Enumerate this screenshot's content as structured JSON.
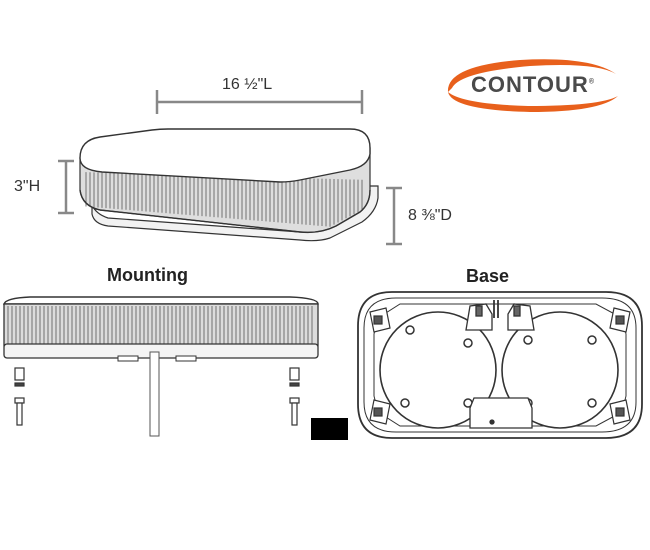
{
  "brand": {
    "name": "CONTOUR",
    "registered_mark": "®",
    "swoosh_color": "#e8601c",
    "text_color": "#4a4a4a"
  },
  "dimensions": {
    "length": "16 ½\"L",
    "height": "3\"H",
    "depth": "8 ⅜\"D"
  },
  "sections": {
    "mounting": "Mounting",
    "base": "Base"
  },
  "colors": {
    "line": "#333333",
    "dimension_line": "#888888",
    "lens_fill": "#e6e6e6"
  }
}
